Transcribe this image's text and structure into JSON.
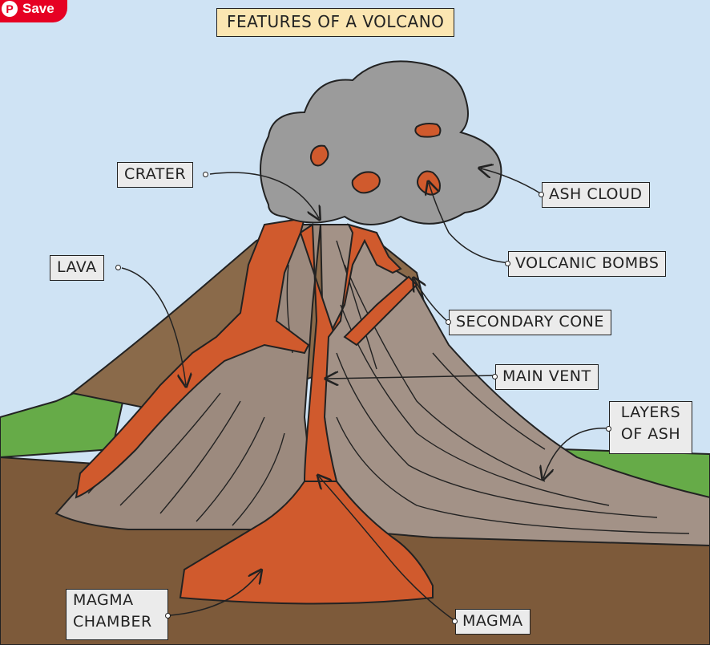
{
  "title": "FEATURES OF A VOLCANO",
  "save_button": {
    "label": "Save",
    "icon": "pinterest-icon"
  },
  "labels": {
    "crater": "CRATER",
    "ash_cloud": "ASH CLOUD",
    "lava": "LAVA",
    "volcanic_bombs": "VOLCANIC BOMBS",
    "secondary_cone": "SECONDARY CONE",
    "main_vent": "MAIN VENT",
    "layers_of_ash": "LAYERS\nOF ASH",
    "magma_chamber": "MAGMA\nCHAMBER",
    "magma": "MAGMA"
  },
  "colors": {
    "sky": "#cfe3f4",
    "ash": "#9b9b9b",
    "lava": "#d05a2d",
    "ground": "#7d5a3a",
    "grass": "#66ab48",
    "rock": "#9c8a7e"
  }
}
